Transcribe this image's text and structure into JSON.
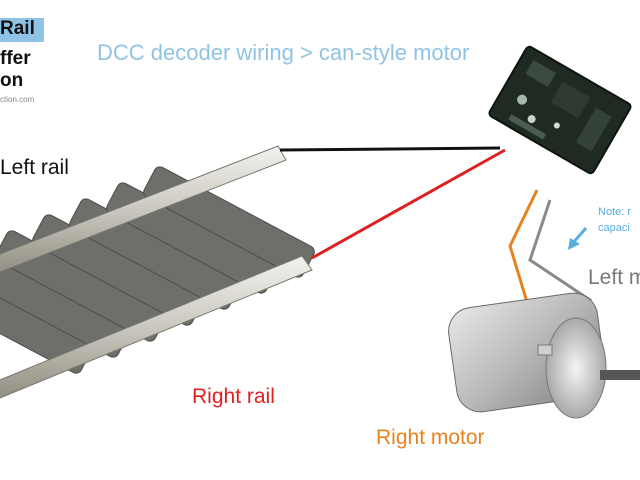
{
  "title": "DCC decoder wiring > can-style motor",
  "logo": {
    "line1": "Rail",
    "line2": "ffer",
    "line3": "on",
    "url": "ction.com"
  },
  "labels": {
    "left_rail": "Left rail",
    "right_rail": "Right rail",
    "right_motor": "Right motor",
    "left_motor": "Left m",
    "note_line1": "Note: r",
    "note_line2": "capaci"
  },
  "colors": {
    "title": "#8fc3e6",
    "black_wire": "#111111",
    "red_wire": "#e02020",
    "orange_wire": "#e8821e",
    "gray_wire": "#8a8a8a",
    "note": "#5aaee0"
  }
}
